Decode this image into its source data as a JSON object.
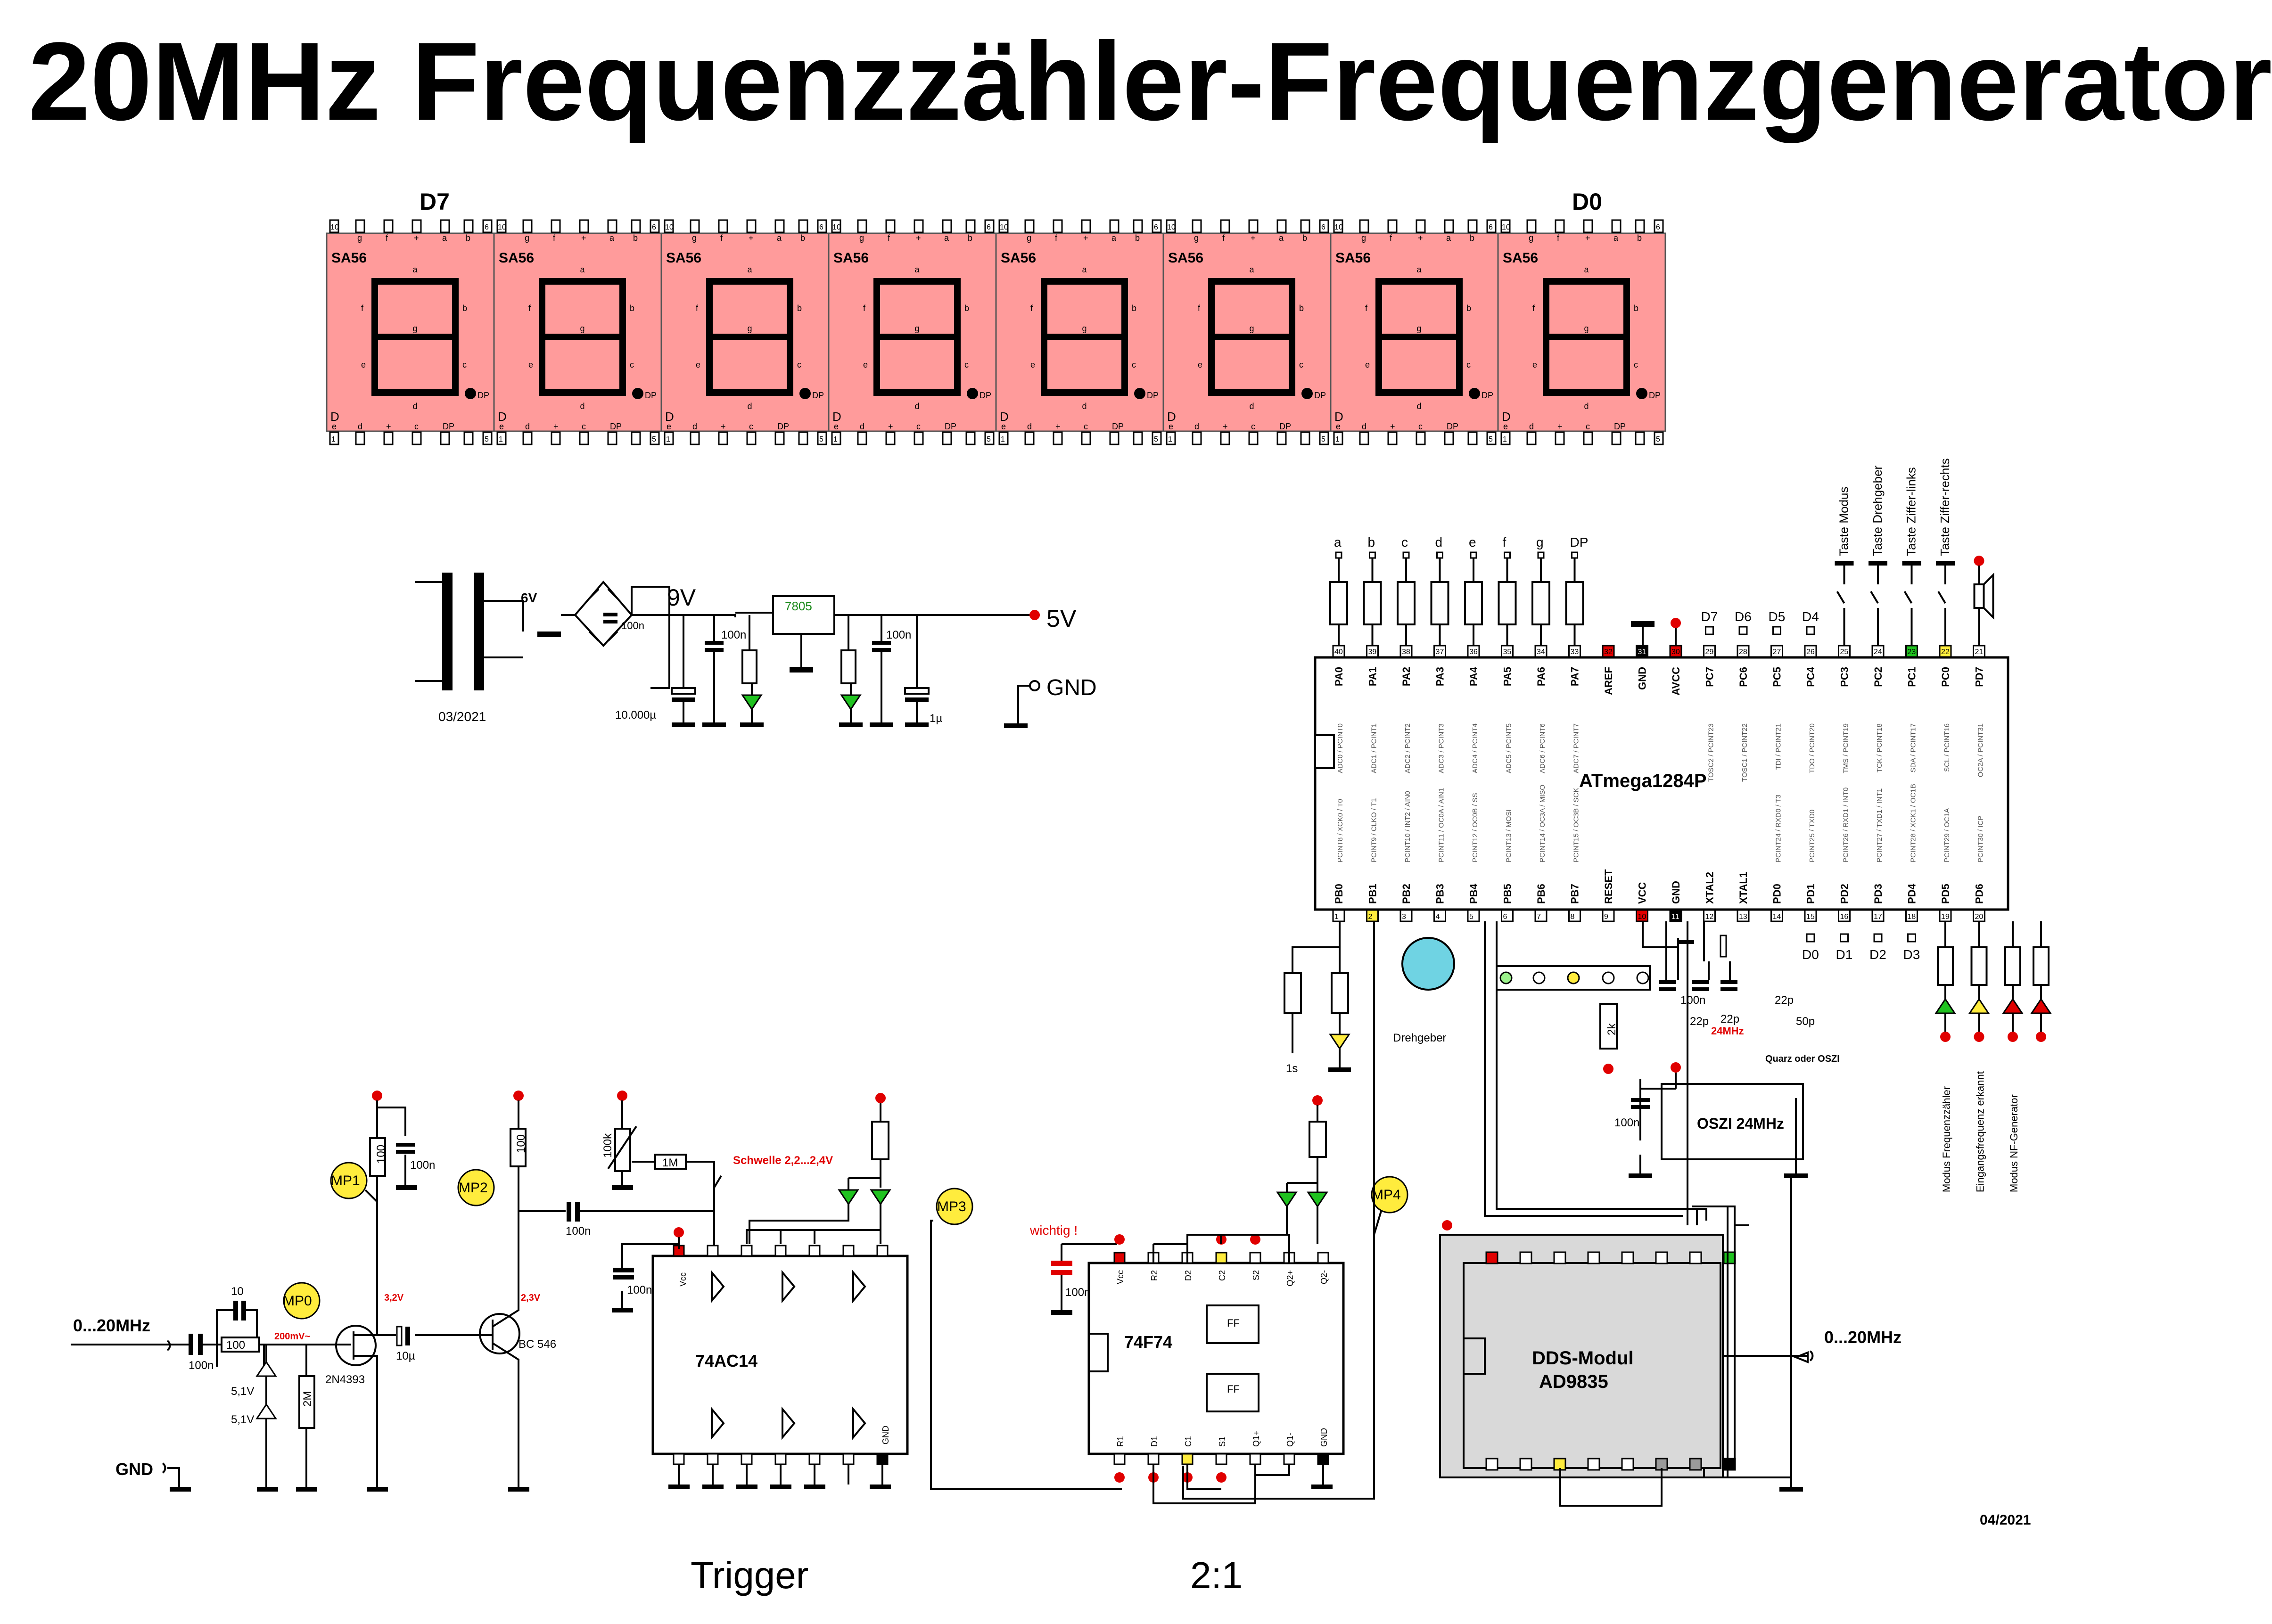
{
  "title": "20MHz Frequenzzähler-Frequenzgenerator",
  "display": {
    "left_digit": "D7",
    "right_digit": "D0",
    "digit_type": "SA56",
    "top_pins": [
      "g",
      "f",
      "+",
      "a",
      "b"
    ],
    "bottom_pins": [
      "e",
      "d",
      "+",
      "c",
      "DP"
    ],
    "pin_nums_top": [
      "10",
      "6"
    ],
    "pin_nums_bottom": [
      "1",
      "5"
    ],
    "seg_labels": {
      "a": "a",
      "b": "b",
      "c": "c",
      "d": "d",
      "e": "e",
      "f": "f",
      "g": "g",
      "dp": "DP",
      "D": "D"
    }
  },
  "power_supply": {
    "transformer_v": "6V",
    "bridge_cap": "100n",
    "v_out_raw": "9V",
    "regulator": "7805",
    "cap1": "100n",
    "cap2": "100n",
    "elko1": "10.000µ",
    "elko2": "1µ",
    "out_5v": "5V",
    "gnd": "GND",
    "date": "03/2021"
  },
  "mcu": {
    "name": "ATmega1284P",
    "top_pins": [
      {
        "num": "40",
        "name": "PA0",
        "alt": "ADC0 / PCINT0"
      },
      {
        "num": "39",
        "name": "PA1",
        "alt": "ADC1 / PCINT1"
      },
      {
        "num": "38",
        "name": "PA2",
        "alt": "ADC2 / PCINT2"
      },
      {
        "num": "37",
        "name": "PA3",
        "alt": "ADC3 / PCINT3"
      },
      {
        "num": "36",
        "name": "PA4",
        "alt": "ADC4 / PCINT4"
      },
      {
        "num": "35",
        "name": "PA5",
        "alt": "ADC5 / PCINT5"
      },
      {
        "num": "34",
        "name": "PA6",
        "alt": "ADC6 / PCINT6"
      },
      {
        "num": "33",
        "name": "PA7",
        "alt": "ADC7 / PCINT7"
      },
      {
        "num": "32",
        "name": "AREF",
        "alt": ""
      },
      {
        "num": "31",
        "name": "GND",
        "alt": ""
      },
      {
        "num": "30",
        "name": "AVCC",
        "alt": ""
      },
      {
        "num": "29",
        "name": "PC7",
        "alt": "TOSC2 / PCINT23"
      },
      {
        "num": "28",
        "name": "PC6",
        "alt": "TOSC1 / PCINT22"
      },
      {
        "num": "27",
        "name": "PC5",
        "alt": "TDI / PCINT21"
      },
      {
        "num": "26",
        "name": "PC4",
        "alt": "TDO / PCINT20"
      },
      {
        "num": "25",
        "name": "PC3",
        "alt": "TMS / PCINT19"
      },
      {
        "num": "24",
        "name": "PC2",
        "alt": "TCK / PCINT18"
      },
      {
        "num": "23",
        "name": "PC1",
        "alt": "SDA / PCINT17"
      },
      {
        "num": "22",
        "name": "PC0",
        "alt": "SCL / PCINT16"
      },
      {
        "num": "21",
        "name": "PD7",
        "alt": "OC2A / PCINT31"
      }
    ],
    "bottom_pins": [
      {
        "num": "1",
        "name": "PB0",
        "alt": "PCINT8 / XCK0 / T0"
      },
      {
        "num": "2",
        "name": "PB1",
        "alt": "PCINT9 / CLKO / T1"
      },
      {
        "num": "3",
        "name": "PB2",
        "alt": "PCINT10 / INT2 / AIN0"
      },
      {
        "num": "4",
        "name": "PB3",
        "alt": "PCINT11 / OC0A / AIN1"
      },
      {
        "num": "5",
        "name": "PB4",
        "alt": "PCINT12 / OC0B / SS"
      },
      {
        "num": "6",
        "name": "PB5",
        "alt": "PCINT13 / MOSI"
      },
      {
        "num": "7",
        "name": "PB6",
        "alt": "PCINT14 / OC3A / MISO"
      },
      {
        "num": "8",
        "name": "PB7",
        "alt": "PCINT15 / OC3B / SCK"
      },
      {
        "num": "9",
        "name": "RESET",
        "alt": ""
      },
      {
        "num": "10",
        "name": "VCC",
        "alt": ""
      },
      {
        "num": "11",
        "name": "GND",
        "alt": ""
      },
      {
        "num": "12",
        "name": "XTAL2",
        "alt": ""
      },
      {
        "num": "13",
        "name": "XTAL1",
        "alt": ""
      },
      {
        "num": "14",
        "name": "PD0",
        "alt": "PCINT24 / RXD0 / T3"
      },
      {
        "num": "15",
        "name": "PD1",
        "alt": "PCINT25 / TXD0"
      },
      {
        "num": "16",
        "name": "PD2",
        "alt": "PCINT26 / RXD1 / INT0"
      },
      {
        "num": "17",
        "name": "PD3",
        "alt": "PCINT27 / TXD1 / INT1"
      },
      {
        "num": "18",
        "name": "PD4",
        "alt": "PCINT28 / XCK1 / OC1B"
      },
      {
        "num": "19",
        "name": "PD5",
        "alt": "PCINT29 / OC1A"
      },
      {
        "num": "20",
        "name": "PD6",
        "alt": "PCINT30 / ICP"
      }
    ],
    "seg_labels": [
      "a",
      "b",
      "c",
      "d",
      "e",
      "f",
      "g",
      "DP"
    ],
    "digit_labels_top": [
      "D7",
      "D6",
      "D5",
      "D4"
    ],
    "digit_labels_bottom": [
      "D0",
      "D1",
      "D2",
      "D3"
    ],
    "buttons": [
      "Taste Modus",
      "Taste Drehgeber",
      "Taste Ziffer-links",
      "Taste Ziffer-rechts"
    ],
    "led_labels": [
      "Modus Frequenzzähler",
      "Eingangsfrequenz erkannt",
      "Modus NF-Generator"
    ]
  },
  "clock": {
    "caps": [
      "100n",
      "22p",
      "22p",
      "22p",
      "50p"
    ],
    "freq": "24MHz",
    "note": "Quarz oder OSZI",
    "osc_name": "OSZI 24MHz",
    "osc_cap": "100n",
    "reset_r": "2k",
    "drehgeber": "Drehgeber",
    "one_s": "1s"
  },
  "frontend": {
    "input": "0...20MHz",
    "gnd": "GND",
    "c_in": "100n",
    "c_10": "10",
    "r_100": "100",
    "z1": "5,1V",
    "z2": "5,1V",
    "r_2m": "2M",
    "fet": "2N4393",
    "mp0": "MP0",
    "mp0_v": "200mV~",
    "mp1": "MP1",
    "r_d": "100",
    "c_d": "100n",
    "v32": "3,2V",
    "c_10u": "10µ",
    "mp2": "MP2",
    "r_c": "100",
    "v23": "2,3V",
    "bjt": "BC 546",
    "c_couple": "100n",
    "pot": "100k",
    "r_1m": "1M",
    "schwelle": "Schwelle 2,2...2,4V",
    "mp3": "MP3",
    "trig_chip": "74AC14",
    "trig_cap": "100n",
    "trig_pins_top": [
      "Vcc"
    ],
    "trig_gnd": "GND",
    "trigger_label": "Trigger"
  },
  "divider": {
    "chip": "74F74",
    "wichtig": "wichtig !",
    "cap": "100n",
    "pins_top": [
      "Vcc",
      "R2",
      "D2",
      "C2",
      "S2",
      "Q2+",
      "Q2-"
    ],
    "pins_bottom": [
      "R1",
      "D1",
      "C1",
      "S1",
      "Q1+",
      "Q1-",
      "GND"
    ],
    "ff": "FF",
    "mp4": "MP4",
    "ratio_label": "2:1"
  },
  "dds": {
    "name1": "DDS-Modul",
    "name2": "AD9835",
    "output": "0...20MHz",
    "date": "04/2021"
  }
}
